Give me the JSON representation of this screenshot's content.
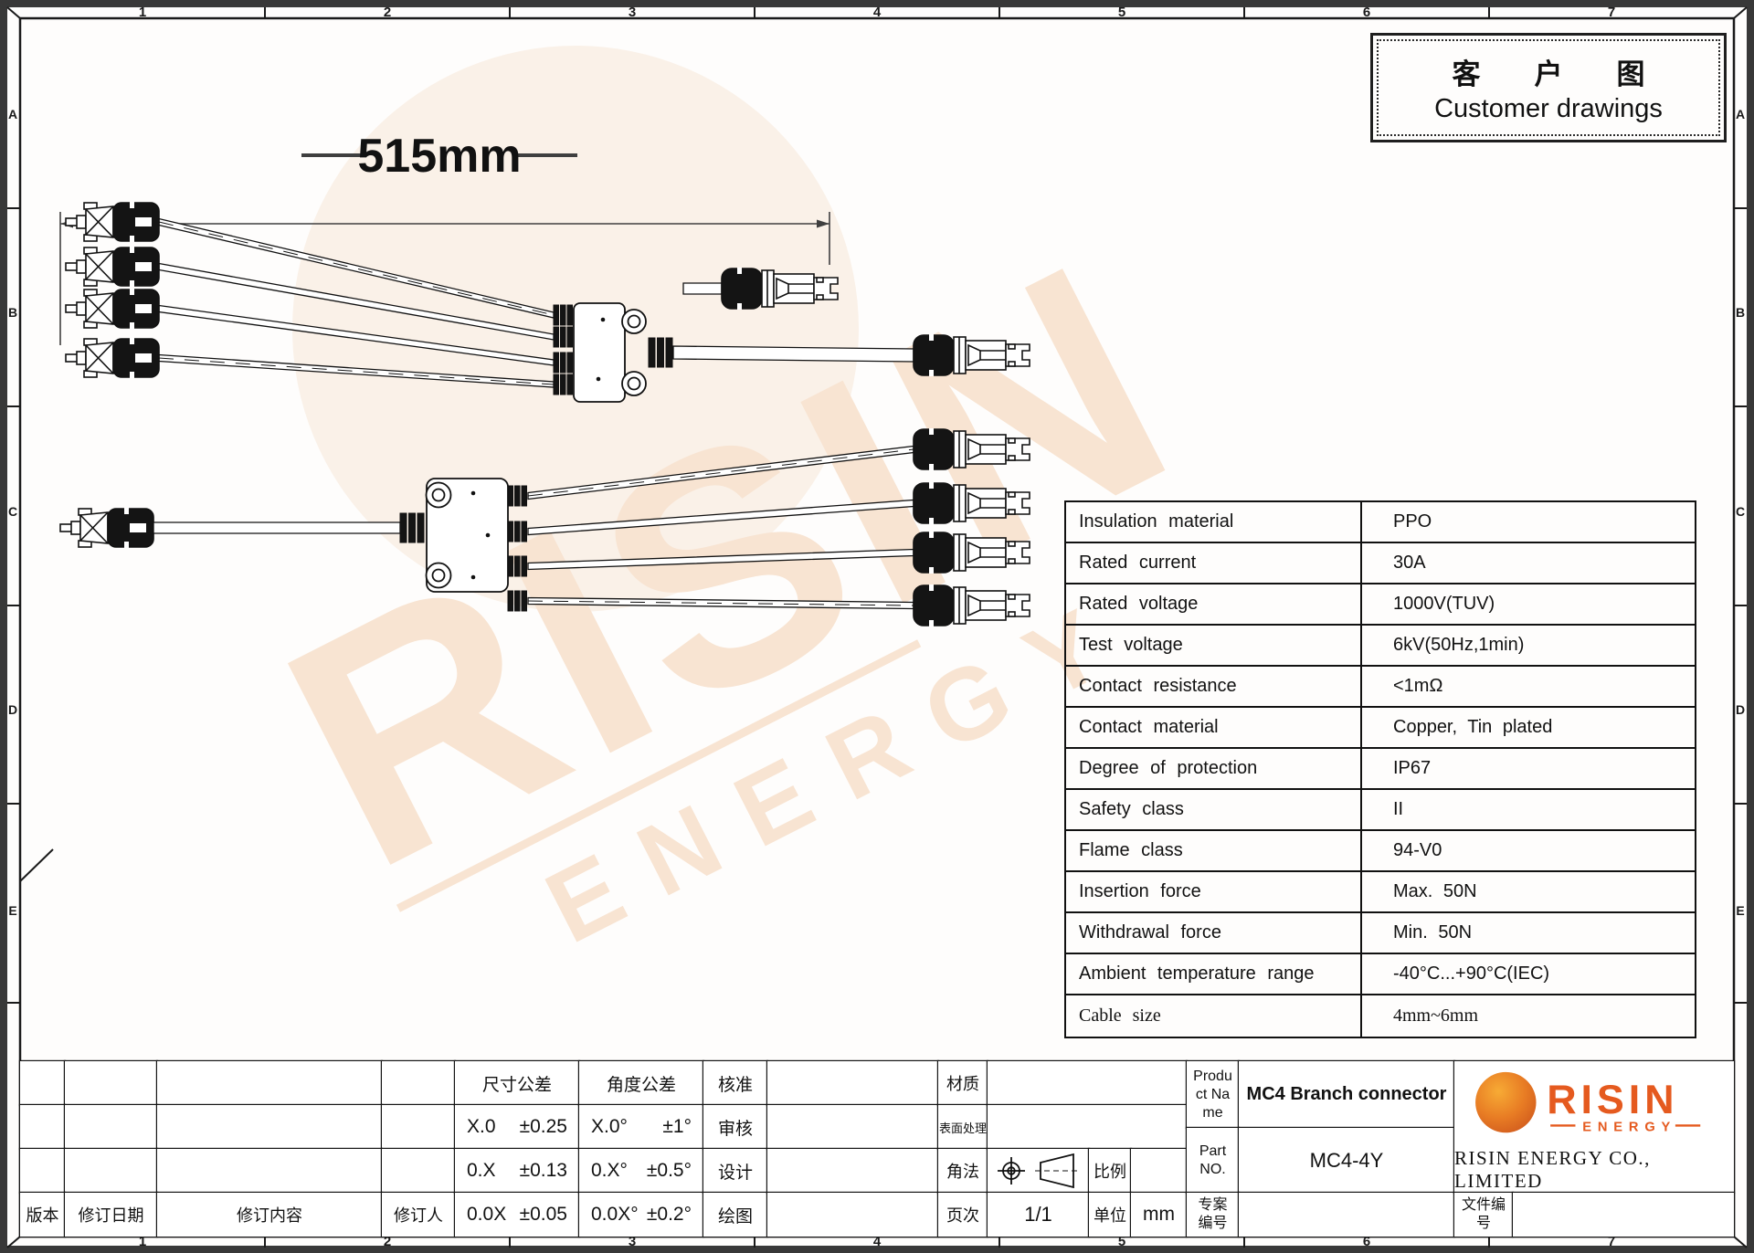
{
  "sheet": {
    "zone_numbers": [
      "1",
      "2",
      "3",
      "4",
      "5",
      "6",
      "7"
    ],
    "zone_letters": [
      "A",
      "B",
      "C",
      "D",
      "E"
    ]
  },
  "stamp": {
    "title_cn": "客　户　图",
    "title_en": "Customer drawings"
  },
  "drawing": {
    "dimension_label": "515mm"
  },
  "watermark": {
    "line1": "RISIN",
    "line2": "ENERGY"
  },
  "spec_table": {
    "rows": [
      {
        "label": "Insulation material",
        "value": "PPO"
      },
      {
        "label": "Rated current",
        "value": "30A"
      },
      {
        "label": "Rated voltage",
        "value": "1000V(TUV)"
      },
      {
        "label": "Test voltage",
        "value": "6kV(50Hz,1min)"
      },
      {
        "label": "Contact resistance",
        "value": "<1mΩ"
      },
      {
        "label": "Contact material",
        "value": "Copper, Tin plated"
      },
      {
        "label": "Degree of protection",
        "value": "IP67"
      },
      {
        "label": "Safety class",
        "value": "II"
      },
      {
        "label": "Flame class",
        "value": "94-V0"
      },
      {
        "label": "Insertion force",
        "value": "Max. 50N"
      },
      {
        "label": "Withdrawal force",
        "value": "Min. 50N"
      },
      {
        "label": "Ambient temperature range",
        "value": "-40°C...+90°C(IEC)"
      },
      {
        "label": "Cable size",
        "value": "4mm~6mm"
      }
    ]
  },
  "title_block": {
    "revision": {
      "version": "版本",
      "date": "修订日期",
      "content": "修订内容",
      "by": "修订人"
    },
    "dim_tolerance": {
      "header": "尺寸公差",
      "rows": [
        {
          "range": "X.0",
          "tol": "±0.25"
        },
        {
          "range": "0.X",
          "tol": "±0.13"
        },
        {
          "range": "0.0X",
          "tol": "±0.05"
        }
      ]
    },
    "angle_tolerance": {
      "header": "角度公差",
      "rows": [
        {
          "range": "X.0°",
          "tol": "±1°"
        },
        {
          "range": "0.X°",
          "tol": "±0.5°"
        },
        {
          "range": "0.0X°",
          "tol": "±0.2°"
        }
      ]
    },
    "approvals": [
      {
        "label": "核准"
      },
      {
        "label": "审核"
      },
      {
        "label": "设计"
      },
      {
        "label": "绘图"
      }
    ],
    "material_label": "材质",
    "surface_label": "表面处理",
    "projection_label": "角法",
    "scale_label": "比例",
    "page_label": "页次",
    "page_value": "1/1",
    "unit_label": "单位",
    "unit_value": "mm",
    "product": {
      "name_label": "Product Name",
      "name_value": "MC4 Branch connector",
      "part_label": "Part NO.",
      "part_value": "MC4-4Y",
      "project_label": "专案编号",
      "doc_label": "文件编号"
    },
    "company": {
      "logo_text": "RISIN",
      "logo_subtext": "ENERGY",
      "name": "RISIN ENERGY CO., LIMITED"
    }
  },
  "colors": {
    "logo_orange": "#e55a1f",
    "sun_orange": "#e87c24",
    "watermark_peach": "#f8e4d2",
    "watermark_cream": "#faf1e8",
    "frame_dark": "#383838"
  }
}
